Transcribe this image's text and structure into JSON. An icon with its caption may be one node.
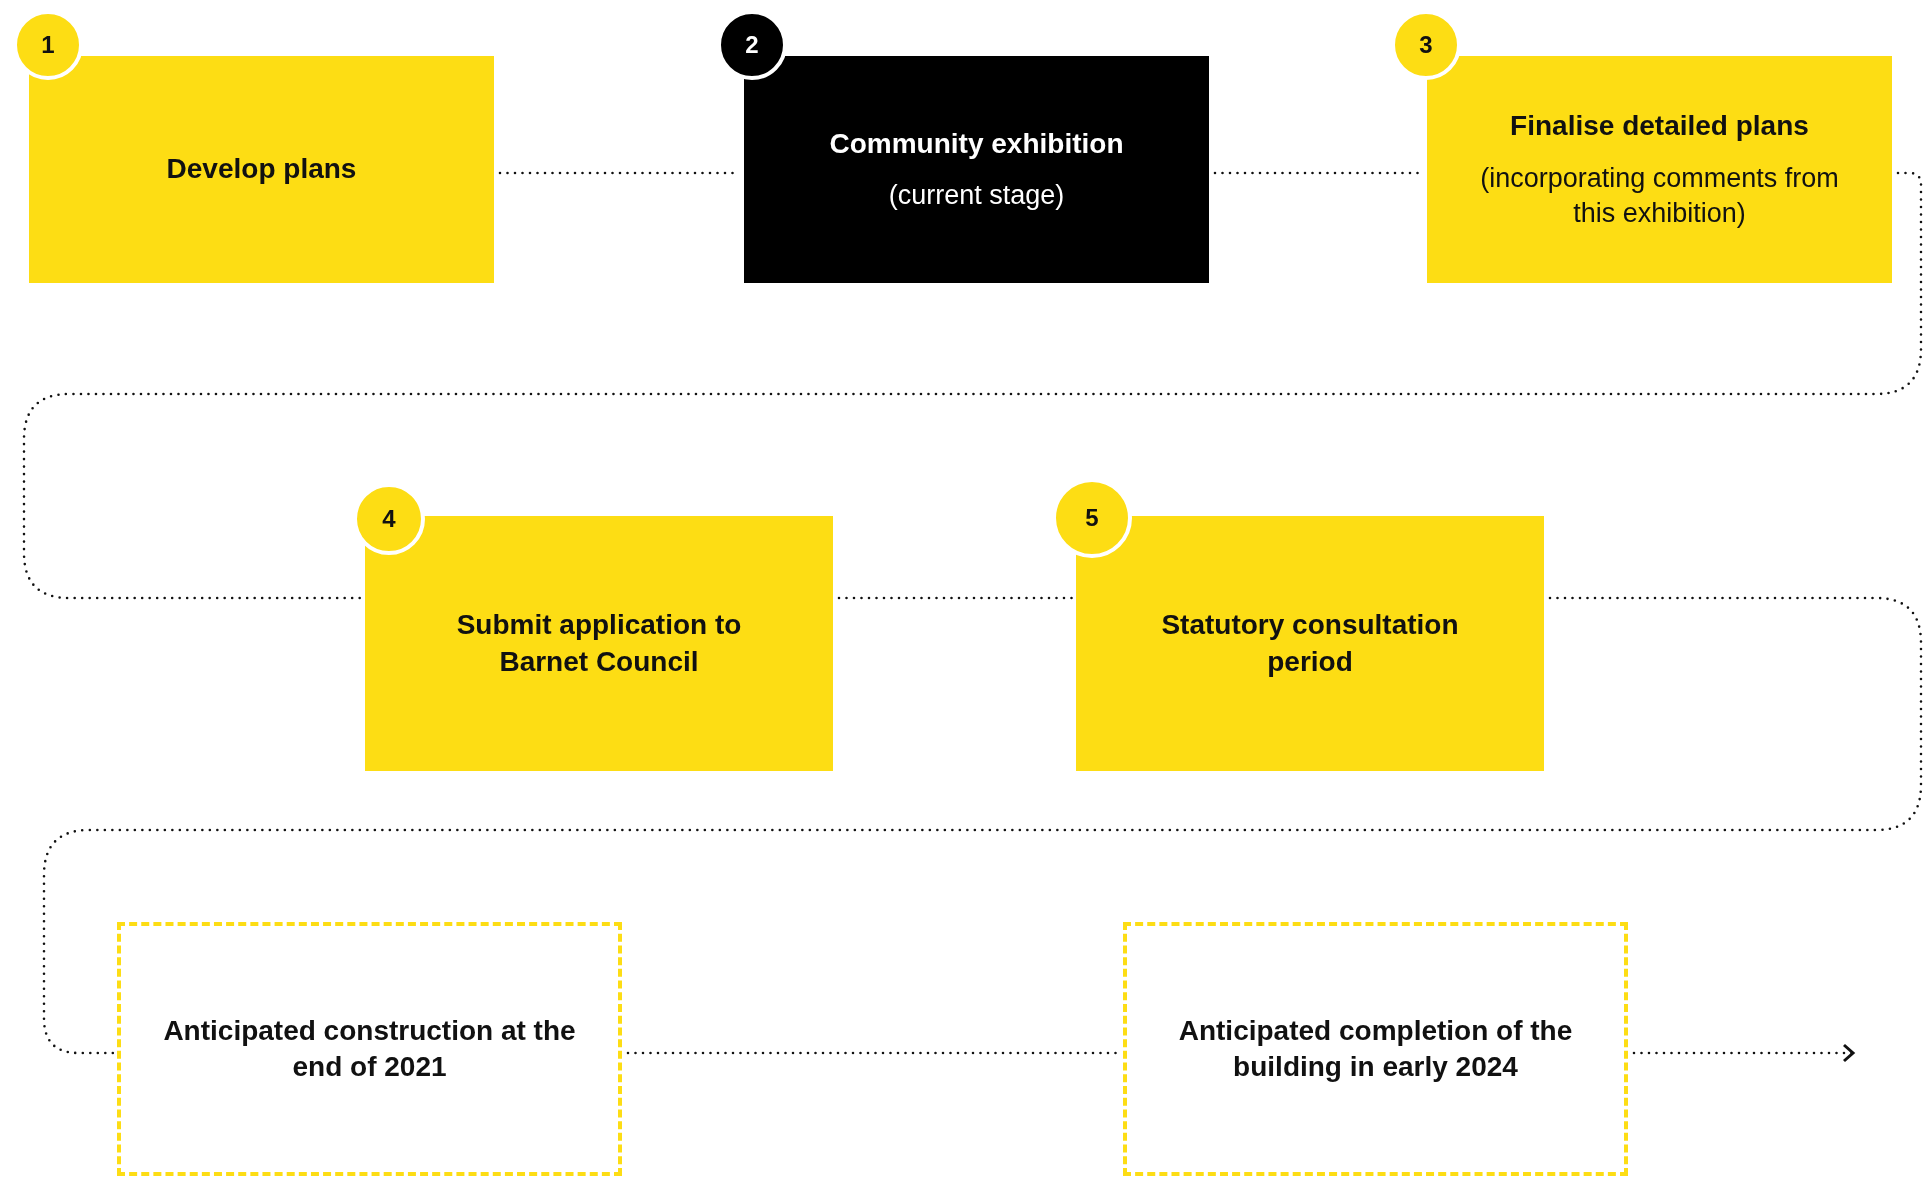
{
  "diagram": {
    "nodes": [
      {
        "text": [
          "1"
        ]
      },
      {
        "text": [
          "Develop plans"
        ]
      },
      {
        "text": [
          "2"
        ]
      },
      {
        "text": [
          "Community exhibition",
          "(current stage)"
        ]
      },
      {
        "text": [
          "3"
        ]
      },
      {
        "text": [
          "Finalise detailed plans",
          "(incorporating comments from this exhibition)"
        ]
      },
      {
        "text": [
          "4"
        ]
      },
      {
        "text": [
          "Submit application to Barnet Council"
        ]
      },
      {
        "text": [
          "5"
        ]
      },
      {
        "text": [
          "Statutory consultation period"
        ]
      },
      {
        "text": [
          "Anticipated construction at the end of 2021"
        ]
      },
      {
        "text": [
          "Anticipated completion of the building in early 2024"
        ]
      }
    ],
    "edges": [
      {
        "from": 1,
        "to": 3,
        "arrow": "none"
      },
      {
        "from": 3,
        "to": 5,
        "arrow": "none"
      },
      {
        "from": 5,
        "to": 7,
        "arrow": "none"
      },
      {
        "from": 7,
        "to": 9,
        "arrow": "none"
      },
      {
        "from": 9,
        "to": 10,
        "arrow": "none"
      },
      {
        "from": 10,
        "to": 11,
        "arrow": "none"
      },
      {
        "from": 11,
        "to": null,
        "arrow": "to"
      }
    ]
  }
}
